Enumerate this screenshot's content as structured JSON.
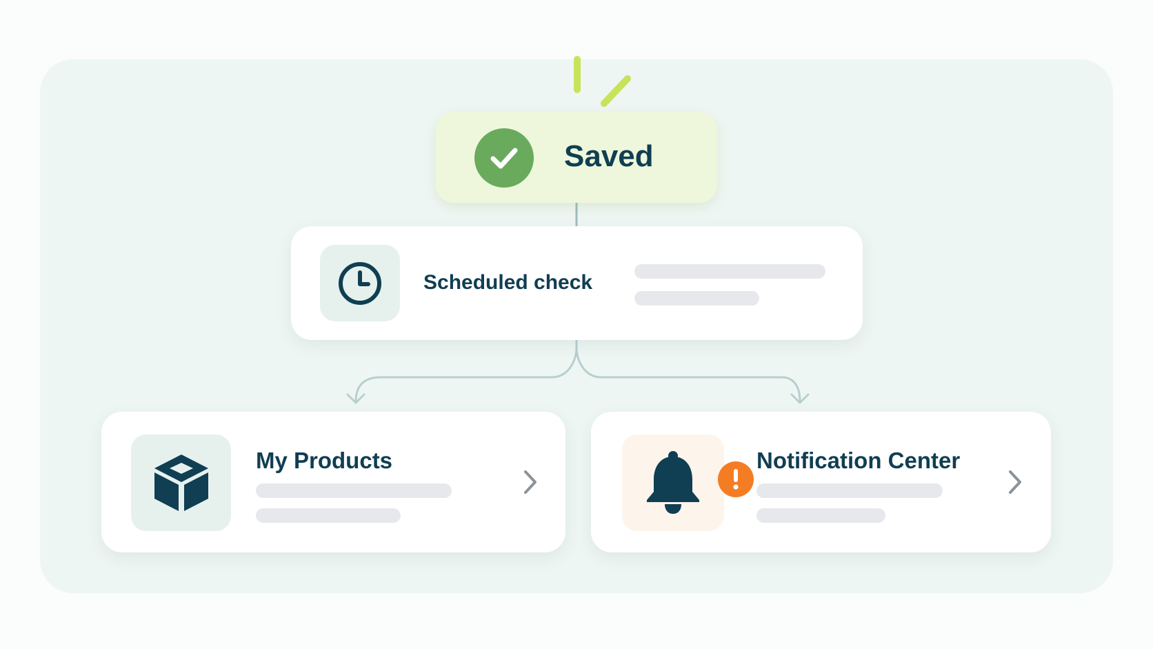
{
  "status": {
    "label": "Saved",
    "icon": "check-circle-icon",
    "color": "#6aaa5d"
  },
  "scheduled": {
    "title": "Scheduled check",
    "icon": "clock-icon"
  },
  "products": {
    "title": "My Products",
    "icon": "box-icon"
  },
  "notifications": {
    "title": "Notification Center",
    "icon": "bell-icon",
    "badge_icon": "exclamation-icon",
    "badge_color": "#f47d24"
  },
  "colors": {
    "text": "#103e52",
    "background": "#eef6f3",
    "accent_green": "#c6e35a"
  }
}
